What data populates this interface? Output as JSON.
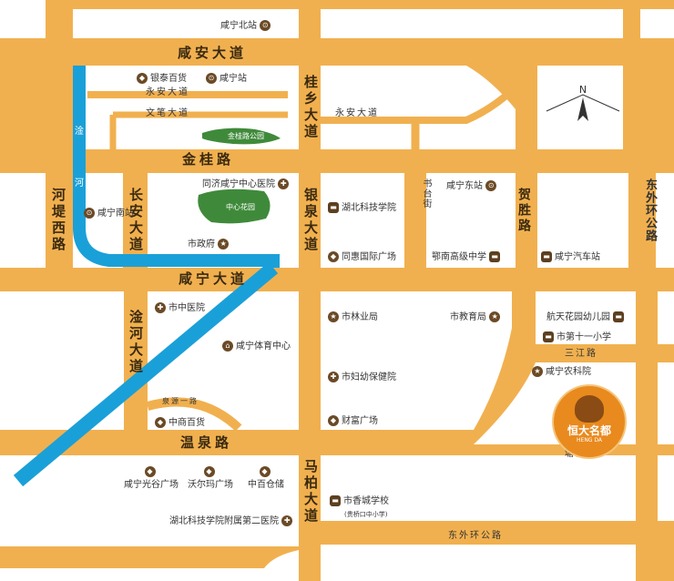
{
  "roads": {
    "xianan": "咸安大道",
    "jingui": "金桂路",
    "xianning": "咸宁大道",
    "wenquan": "温泉路",
    "tangjiao": "塘角路",
    "sanjiang": "三江路",
    "dongwaihuan_h": "东外环公路",
    "dongwaihuan_v": "东外环公路",
    "yongan_left": "永安大道",
    "yongan_right": "永安大道",
    "wenbi": "文笔大道",
    "guixiang": "桂乡大道",
    "yinquan": "银泉大道",
    "changan": "长安大道",
    "hedixi": "河堤西路",
    "heshen": "贺胜路",
    "tuhe": "淦河大道",
    "mabo": "马柏大道",
    "shutai": "书台街",
    "quanyuan": "泉源一路"
  },
  "rivers": {
    "tu": "淦",
    "he": "河",
    "lower": "淦河"
  },
  "park": {
    "top": "金桂路公园",
    "middle": "中心花园"
  },
  "compass": {
    "north": "N"
  },
  "places": {
    "xianning_north": "咸宁北站",
    "yintai": "银泰百货",
    "xianning_station": "咸宁站",
    "tongji": "同济咸宁中心医院",
    "xianning_south": "咸宁南站",
    "city_gov": "市政府",
    "hubei_tech": "湖北科技学院",
    "tongchen": "同惠国际广场",
    "xianning_east": "咸宁东站",
    "ezhou_high": "鄂南高级中学",
    "bus_station": "咸宁汽车站",
    "tcm_hospital": "市中医院",
    "forestry": "市林业局",
    "education": "市教育局",
    "kindergarten": "航天花园幼儿园",
    "no11_primary": "市第十一小学",
    "sports_center": "咸宁体育中心",
    "agri_college": "咸宁农科院",
    "maternal": "市妇幼保健院",
    "zhongshang": "中商百货",
    "caifu": "财富广场",
    "guanggu": "咸宁光谷广场",
    "walmart": "沃尔玛广场",
    "baicang": "中百仓储",
    "xiangcheng": "市香城学校",
    "xiangcheng_sub": "(贵桥口中小学)",
    "hubei_hospital": "湖北科技学院附属第二医院"
  },
  "logo": {
    "name": "恒大名都",
    "subtitle": "HENG DA"
  },
  "colors": {
    "road": "#f1b04f",
    "block": "#ffffff",
    "river": "#1aa0d8",
    "icon": "#6b4a26",
    "logo": "#e98a1e"
  }
}
